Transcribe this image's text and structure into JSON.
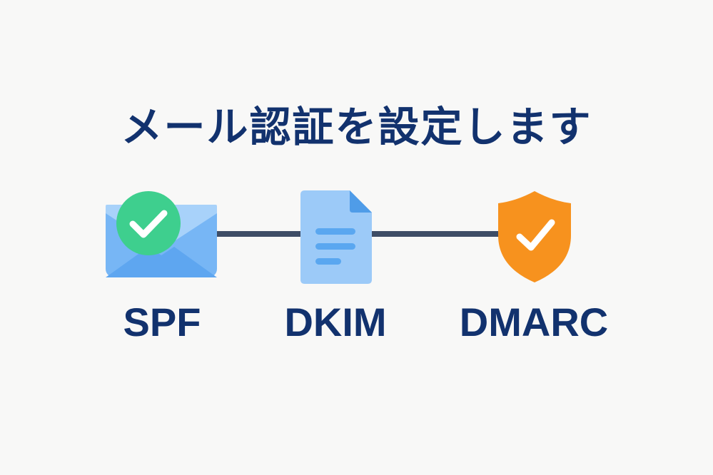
{
  "title": "メール認証を設定します",
  "steps": [
    {
      "label": "SPF",
      "icon": "envelope-check-icon",
      "color": "#3ecf8e"
    },
    {
      "label": "DKIM",
      "icon": "document-icon",
      "color": "#9ccaf8"
    },
    {
      "label": "DMARC",
      "icon": "shield-check-icon",
      "color": "#f7921e"
    }
  ],
  "colors": {
    "title": "#12326e",
    "connector": "#3e4d66",
    "background": "#f8f8f7"
  }
}
